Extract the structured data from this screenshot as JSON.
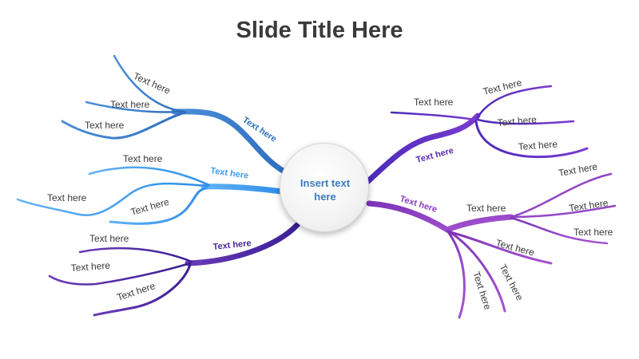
{
  "title": "Slide Title Here",
  "center": {
    "line1": "Insert text",
    "line2": "here"
  },
  "colors": {
    "branch_1": "#2f6fbf",
    "branch_2": "#3f9cf0",
    "branch_3": "#4a249e",
    "branch_4": "#5a2bb8",
    "branch_5": "#8a3fc0",
    "center_text": "#3a7bbf",
    "title": "#3a3a3a"
  },
  "branches": [
    {
      "main_label": "Text here",
      "leaves": [
        "Text here",
        "Text here",
        "Text here"
      ]
    },
    {
      "main_label": "Text here",
      "leaves": [
        "Text here",
        "Text here",
        "Text here"
      ]
    },
    {
      "main_label": "Text here",
      "leaves": [
        "Text here",
        "Text here",
        "Text here"
      ]
    },
    {
      "main_label": "Text here",
      "leaves": [
        "Text here",
        "Text here",
        "Text here"
      ]
    },
    {
      "main_label": "Text here",
      "leaves": [
        "Text here",
        "Text here",
        "Text here",
        "Text here",
        "Text here",
        "Text here",
        "Text here"
      ]
    }
  ]
}
